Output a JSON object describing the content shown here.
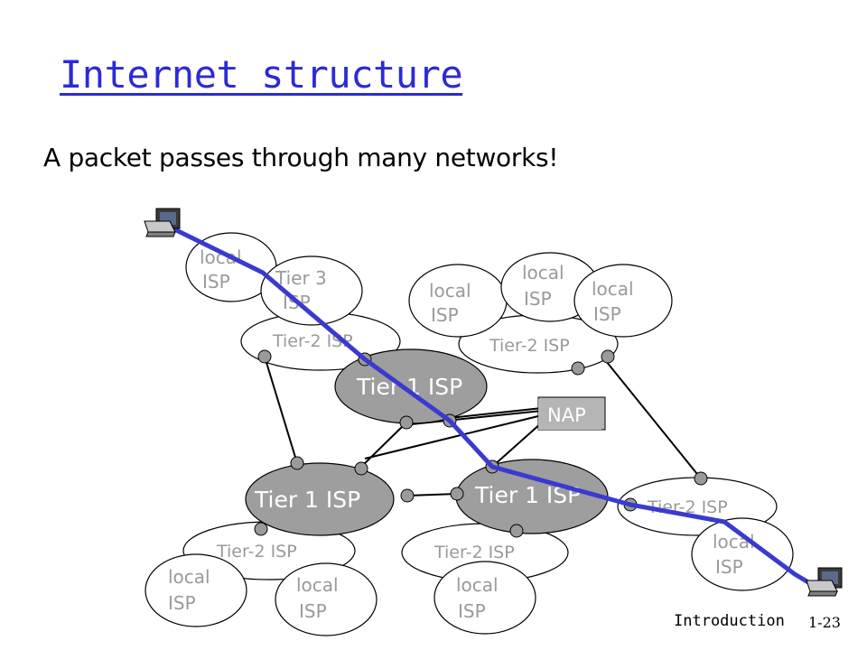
{
  "slide": {
    "title": "Internet structure",
    "subtitle": "A packet passes through many networks!",
    "footer_label": "Introduction",
    "footer_page": "1-23"
  },
  "diagram": {
    "tier1_label": "Tier 1 ISP",
    "tier2_label": "Tier-2 ISP",
    "tier3_label": "Tier 3 ISP",
    "local_line1": "local",
    "local_line2": "ISP",
    "nap_label": "NAP",
    "colors": {
      "tier1_fill": "#9e9e9e",
      "path": "#3a3ad0",
      "title": "#2b2bd6",
      "nap_fill": "#b5b5b5"
    },
    "icons": [
      "computer-icon-source",
      "computer-icon-destination"
    ]
  }
}
